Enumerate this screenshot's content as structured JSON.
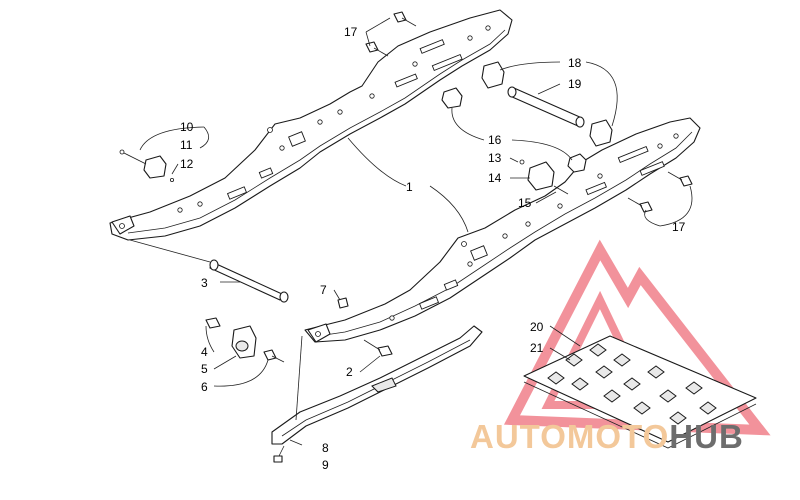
{
  "diagram": {
    "callouts": [
      "1",
      "2",
      "3",
      "4",
      "5",
      "6",
      "7",
      "8",
      "9",
      "10",
      "11",
      "12",
      "13",
      "14",
      "15",
      "16",
      "17",
      "18",
      "19",
      "20",
      "21"
    ]
  },
  "watermark": {
    "part1": "AUTOMOTO",
    "part2": "HUB",
    "colors": {
      "triangle": "#f0808a",
      "accent": "#f3c89a",
      "dark": "#6d6d6d"
    }
  }
}
